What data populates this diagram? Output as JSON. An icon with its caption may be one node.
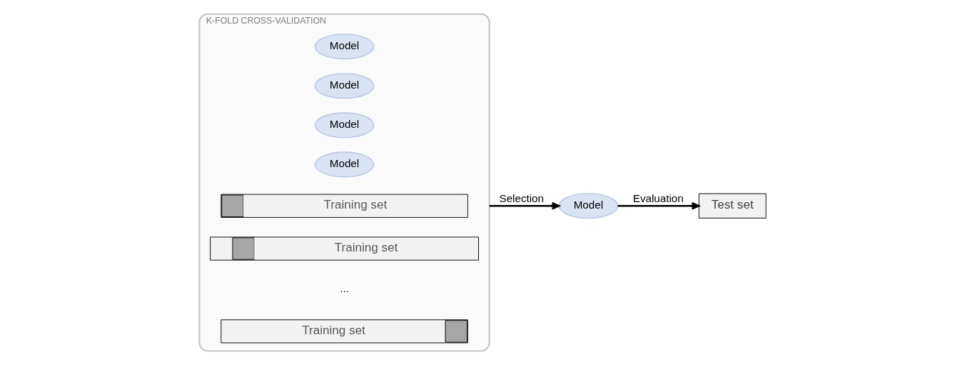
{
  "diagram": {
    "nodes": [
      {
        "text": [
          "K-FOLD CROSS-VALIDATION"
        ]
      },
      {
        "text": [
          "Model"
        ],
        "in": 0
      },
      {
        "text": [
          "Model"
        ],
        "in": 0
      },
      {
        "text": [
          "Model"
        ],
        "in": 0
      },
      {
        "text": [
          "Model"
        ],
        "in": 0
      },
      {
        "text": [
          "Training set"
        ],
        "in": 0
      },
      {
        "text": [
          "Training set"
        ],
        "in": 0
      },
      {
        "text": [
          "Training set"
        ],
        "in": 0
      },
      {
        "text": [
          "Model"
        ]
      },
      {
        "text": [
          "Test set"
        ]
      }
    ],
    "edges": [
      {
        "from": 0,
        "to": 8,
        "arrow": "to",
        "label": "Selection"
      },
      {
        "from": 8,
        "to": 9,
        "arrow": "to",
        "label": "Evaluation"
      }
    ],
    "labels": [
      "…"
    ]
  }
}
